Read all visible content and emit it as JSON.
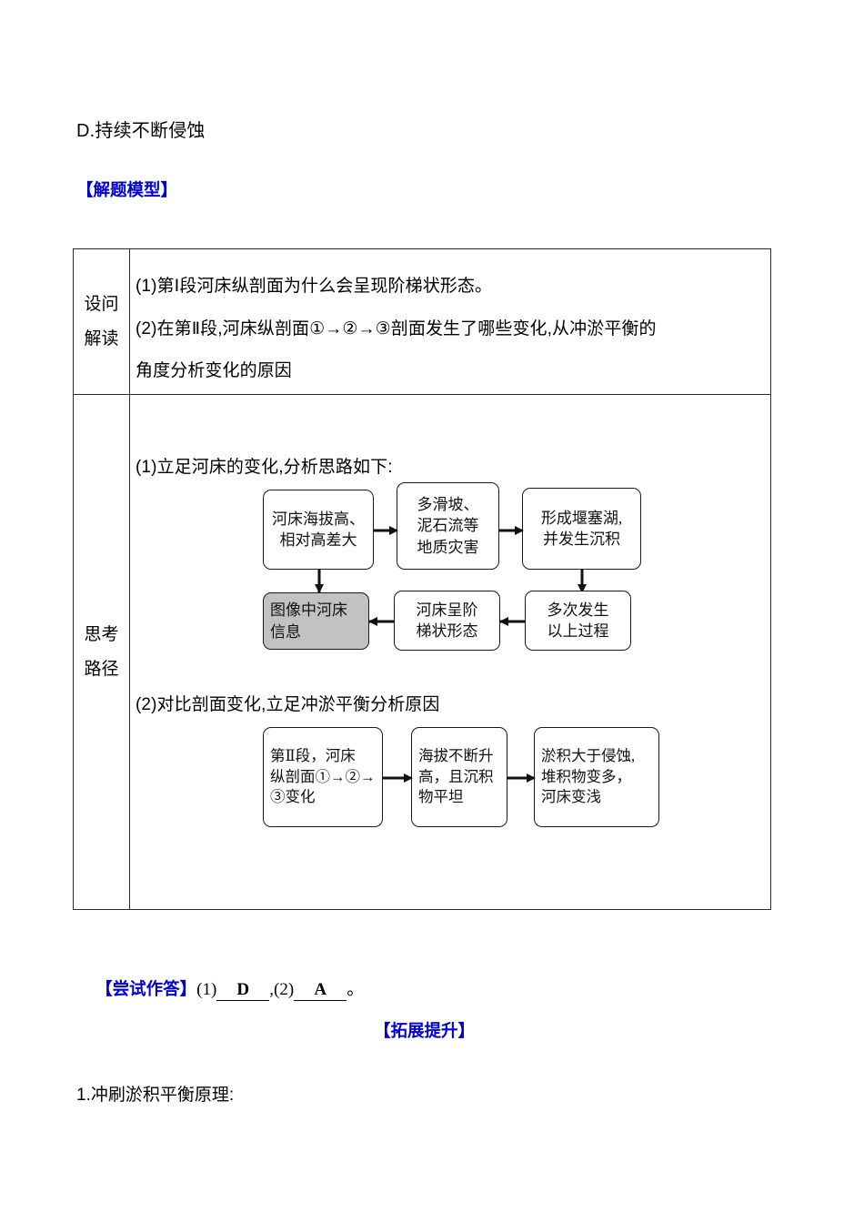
{
  "option_d": "D.持续不断侵蚀",
  "headings": {
    "jieti_moxing": "【解题模型】",
    "tuozhan_tisheng": "【拓展提升】"
  },
  "table": {
    "rows": [
      {
        "label_lines": [
          "设问",
          "解读"
        ],
        "body_lines": [
          "(1)第Ⅰ段河床纵剖面为什么会呈现阶梯状形态。",
          "(2)在第Ⅱ段,河床纵剖面①→②→③剖面发生了哪些变化,从冲淤平衡的",
          "角度分析变化的原因"
        ]
      },
      {
        "label_lines": [
          "思考",
          "路径"
        ],
        "text_1": "(1)立足河床的变化,分析思路如下:",
        "text_2": "(2)对比剖面变化,立足冲淤平衡分析原因"
      }
    ]
  },
  "flow_1": {
    "boxes": [
      {
        "id": "b1",
        "text": "河床海拔高、\n相对高差大",
        "gray": false
      },
      {
        "id": "b2",
        "text": "多滑坡、\n泥石流等\n地质灾害",
        "gray": false
      },
      {
        "id": "b3",
        "text": "形成堰塞湖,\n并发生沉积",
        "gray": false
      },
      {
        "id": "b4",
        "text": "图像中河床\n信息",
        "gray": true
      },
      {
        "id": "b5",
        "text": "河床呈阶\n梯状形态",
        "gray": false
      },
      {
        "id": "b6",
        "text": "多次发生\n以上过程",
        "gray": false
      }
    ]
  },
  "flow_2": {
    "boxes": [
      {
        "id": "c1",
        "text": "第Ⅱ段，河床\n纵剖面①→②→\n③变化",
        "gray": false
      },
      {
        "id": "c2",
        "text": "海拔不断升\n高，且沉积\n物平坦",
        "gray": false
      },
      {
        "id": "c3",
        "text": "淤积大于侵蚀,\n堆积物变多，\n河床变浅",
        "gray": false
      }
    ]
  },
  "answer": {
    "label": "【尝试作答】",
    "q1_prefix": "(1)",
    "q1_value": "D",
    "separator": ",",
    "q2_prefix": "(2)",
    "q2_value": "A",
    "period": "。"
  },
  "section_1": "1.冲刷淤积平衡原理:",
  "colors": {
    "blue": "#0000d0",
    "gray_box": "#c2c2c2",
    "border": "#2b2b2b"
  }
}
